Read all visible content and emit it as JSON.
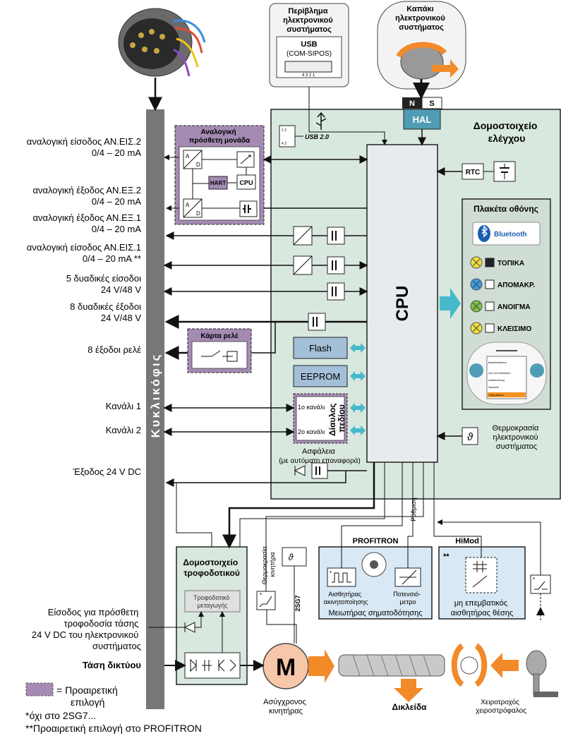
{
  "top": {
    "electronics_housing": [
      "Περίβλημα",
      "ηλεκτρονικού",
      "συστήματος"
    ],
    "usb_label": "USB",
    "usb_sub": "(COM-SIPOS)",
    "usb_pins": "4  3  2  1",
    "cover": [
      "Καπάκι",
      "ηλεκτρονικού",
      "συστήματος"
    ],
    "ns_n": "N",
    "ns_s": "S",
    "hal": "HAL",
    "usb20": "USB 2.0",
    "usb_small_pins": [
      "1  2",
      "4  3"
    ]
  },
  "control_module": {
    "title": [
      "Δομοστοιχείο",
      "ελέγχου"
    ],
    "cpu": "CPU",
    "rtc": "RTC",
    "flash": "Flash",
    "eeprom": "EEPROM",
    "fieldbus": [
      "Δίαυλος",
      "πεδίου"
    ],
    "fieldbus_ch1": "1ο κανάλι",
    "fieldbus_ch2": "2ο κανάλι",
    "fuses": [
      "Ασφάλεια",
      "(με αυτόματη επαναφορά)"
    ],
    "temp_electronics": [
      "Θερμοκρασία",
      "ηλεκτρονικού",
      "συστήματος"
    ],
    "theta": "ϑ"
  },
  "analog_addon": {
    "title": [
      "Αναλογική",
      "πρόσθετη μονάδα"
    ],
    "hart": "HART",
    "cpu": "CPU",
    "ad": "A/D"
  },
  "display_board": {
    "title": "Πλακέτα οθόνης",
    "bluetooth": "Bluetooth",
    "leds": [
      {
        "label": "ΤΟΠΙΚΑ",
        "color": "#f2e03a"
      },
      {
        "label": "ΑΠΟΜΑΚΡ.",
        "color": "#3a9be0"
      },
      {
        "label": "ΑΝΟΙΓΜΑ",
        "color": "#7cc243"
      },
      {
        "label": "ΚΛΕΙΣΙΜΟ",
        "color": "#f2e03a"
      }
    ],
    "screen_lines": [
      "Betriebsebene",
      "Vor-Ort-Verfahren",
      "Ansteuerung",
      "Sprache",
      "Hauptmenu"
    ]
  },
  "relay_card": "Κάρτα ρελέ",
  "bus_label": "Κυκλικόφις",
  "left_labels": [
    [
      "αναλογική είσοδος ΑΝ.ΕΙΣ.2",
      "0/4 – 20 mA"
    ],
    [
      "αναλογική έξοδος ΑΝ.ΕΞ.2",
      "0/4 – 20 mA"
    ],
    [
      "αναλογική έξοδος ΑΝ.ΕΞ.1",
      "0/4 – 20 mA"
    ],
    [
      "αναλογική είσοδος ΑΝ.ΕΙΣ.1",
      "0/4 – 20 mA **"
    ],
    [
      "5 δυαδικές είσοδοι",
      "24 V/48 V"
    ],
    [
      "8 δυαδικές έξοδοι",
      "24 V/48 V"
    ],
    [
      "8 έξοδοι ρελέ"
    ],
    [
      "Κανάλι 1"
    ],
    [
      "Κανάλι 2"
    ],
    [
      "Έξοδος 24 V DC"
    ]
  ],
  "power_module": {
    "title": [
      "Δομοστοιχείο",
      "τροφοδοτικού"
    ],
    "switching": [
      "Τροφοδοτικό",
      "μεταγωγής"
    ]
  },
  "aux_supply": [
    "Είσοδος για πρόσθετη",
    "τροφοδοσία τάσης",
    "24 V DC του ηλεκτρονικού",
    "συστήματος"
  ],
  "mains": "Τάση δικτύου",
  "motor": {
    "letter": "M",
    "label": [
      "Ασύγχρονος",
      "κινητήρας"
    ],
    "temp": [
      "Θερμοκρασία",
      "κινητήρα"
    ],
    "sg7": "2SG7",
    "theta": "ϑ"
  },
  "profitron": {
    "title": "PROFITRON",
    "motion_sensor": [
      "Αισθητήρας",
      "ακινητοποίησης"
    ],
    "pot": [
      "Ποτενσιό-",
      "μετρο"
    ],
    "reducer": "Μειωτήρας σηματοδότησης",
    "adjust": "Ρύθμιση"
  },
  "himod": {
    "title": "HiMod",
    "stars": "**",
    "sensor": [
      "μη επεμβατικός",
      "αισθητήρας θέσης"
    ]
  },
  "gear": {
    "lock": "Δικλείδα",
    "handwheel": [
      "Χειροτροχός",
      "χειροστρόφαλος"
    ]
  },
  "legend": {
    "optional": [
      "= Προαιρετική",
      "επιλογή"
    ],
    "note1": "*όχι στο 2SG7...",
    "note2": "**Προαιρετική επιλογή στο PROFITRON",
    "optional_color": "#a58bb3"
  }
}
